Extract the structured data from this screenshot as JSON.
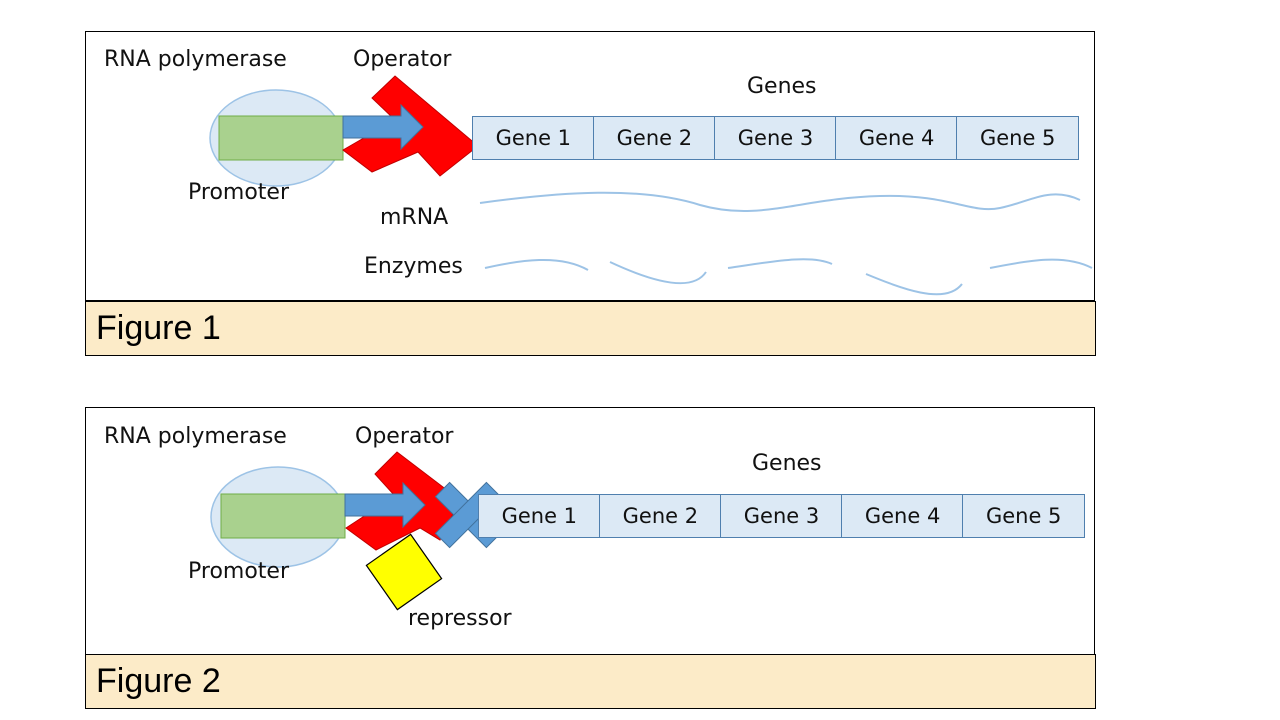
{
  "figure1": {
    "caption": "Figure 1",
    "labels": {
      "rna_polymerase": "RNA polymerase",
      "operator": "Operator",
      "promoter": "Promoter",
      "genes": "Genes",
      "mrna": "mRNA",
      "enzymes": "Enzymes"
    },
    "genes": [
      "Gene 1",
      "Gene 2",
      "Gene 3",
      "Gene 4",
      "Gene 5"
    ]
  },
  "figure2": {
    "caption": "Figure 2",
    "labels": {
      "rna_polymerase": "RNA polymerase",
      "operator": "Operator",
      "promoter": "Promoter",
      "genes": "Genes",
      "repressor": "repressor"
    },
    "genes": [
      "Gene 1",
      "Gene 2",
      "Gene 3",
      "Gene 4",
      "Gene 5"
    ]
  },
  "colors": {
    "operator": "#ff0000",
    "arrow": "#5b9bd5",
    "promoter": "#a9d18e",
    "polymerase_ellipse": "#dce9f5",
    "gene_fill": "#dce9f5",
    "repressor": "#ffff00",
    "caption_bg": "#fcebc8",
    "mrna_line": "#9dc3e6"
  },
  "icons": {
    "operator": "red-operator-shape",
    "transcription_arrow": "blue-right-arrow",
    "block": "blue-x-block"
  }
}
